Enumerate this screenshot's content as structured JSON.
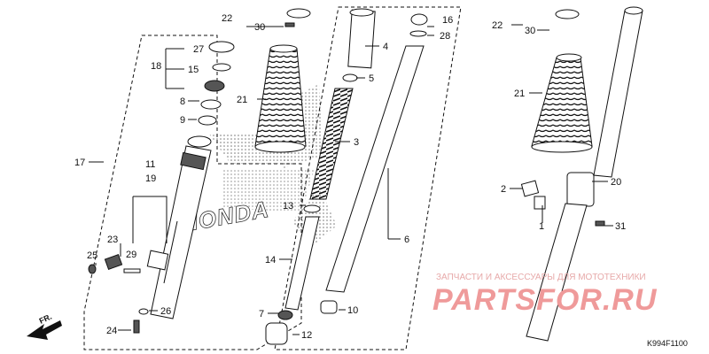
{
  "callouts": [
    "22",
    "30",
    "27",
    "15",
    "18",
    "8",
    "9",
    "21",
    "17",
    "11",
    "19",
    "23",
    "25",
    "29",
    "26",
    "24",
    "16",
    "28",
    "4",
    "5",
    "3",
    "13",
    "14",
    "7",
    "12",
    "10",
    "6",
    "22",
    "30",
    "21",
    "2",
    "20",
    "1",
    "31"
  ],
  "watermark": {
    "line1": "ЗАПЧАСТИ И АКСЕССУАРЫ ДЛЯ МОТОТЕХНИКИ",
    "line2": "PARTSFOR.RU"
  },
  "logo_text": "HONDA",
  "direction_label": "FR.",
  "diagram_code": "K994F1100",
  "colors": {
    "line": "#111111",
    "watermark": "#ef9a9a",
    "dots": "#777777"
  }
}
